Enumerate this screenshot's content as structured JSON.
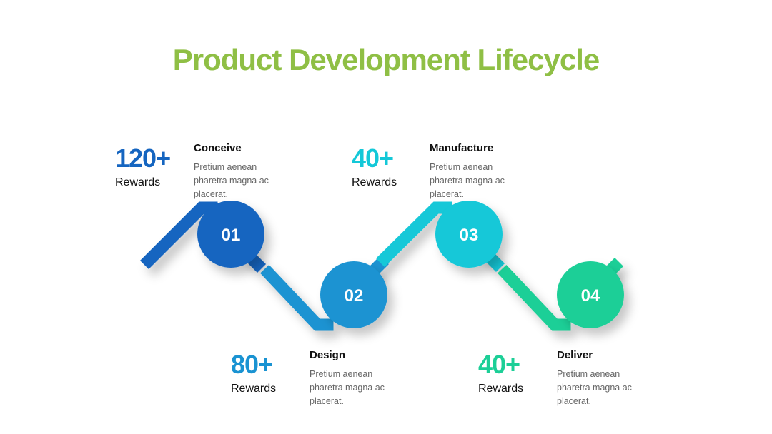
{
  "title": "Product Development Lifecycle",
  "colors": {
    "title": "#8fbf45",
    "step1": "#1565c0",
    "step2": "#1a93d2",
    "step3": "#14c8d8",
    "step4": "#1ccf97"
  },
  "steps": [
    {
      "number": "01",
      "heading": "Conceive",
      "description": "Pretium aenean pharetra magna ac placerat.",
      "stat_value": "120+",
      "stat_label": "Rewards"
    },
    {
      "number": "02",
      "heading": "Design",
      "description": "Pretium aenean pharetra magna ac placerat.",
      "stat_value": "80+",
      "stat_label": "Rewards"
    },
    {
      "number": "03",
      "heading": "Manufacture",
      "description": "Pretium aenean pharetra magna ac placerat.",
      "stat_value": "40+",
      "stat_label": "Rewards"
    },
    {
      "number": "04",
      "heading": "Deliver",
      "description": "Pretium aenean pharetra magna ac placerat.",
      "stat_value": "40+",
      "stat_label": "Rewards"
    }
  ]
}
